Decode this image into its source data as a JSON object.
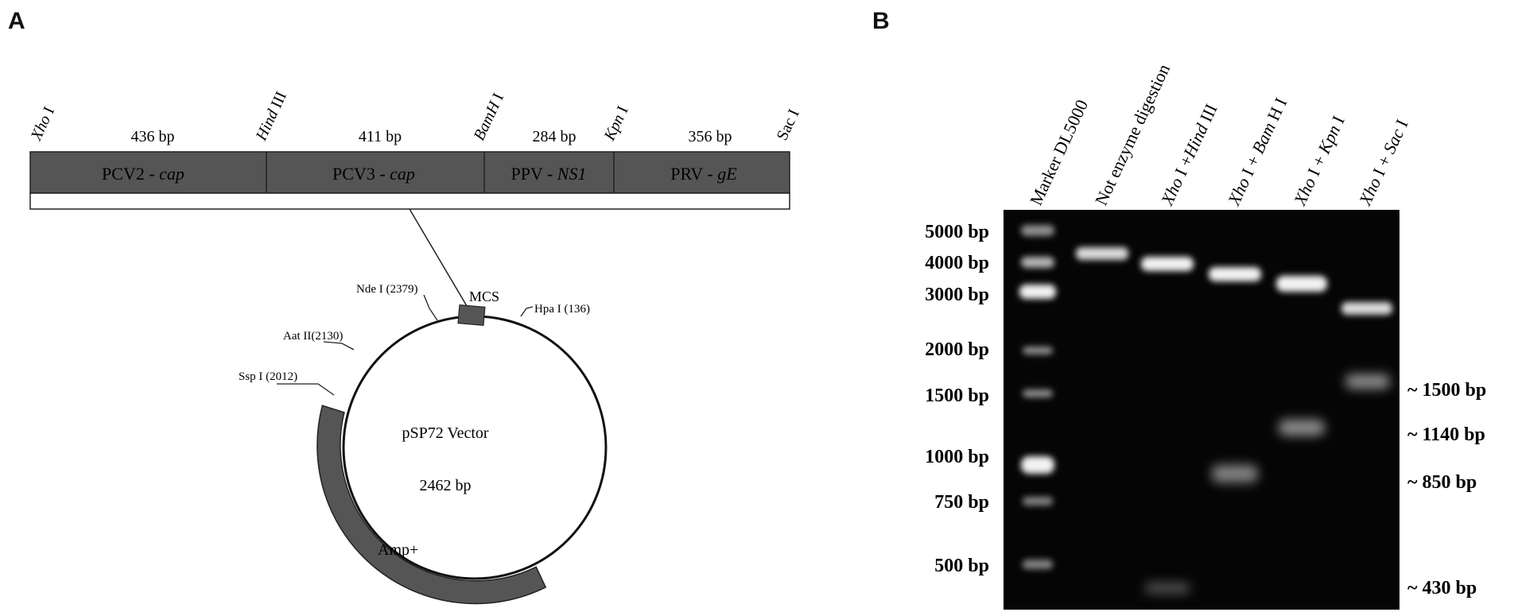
{
  "panel_a": {
    "letter": "A",
    "sites": [
      {
        "label": "Xho I",
        "italic_part": "Xho",
        "roman_part": " I"
      },
      {
        "label": "Hind III",
        "italic_part": "Hind",
        "roman_part": " III"
      },
      {
        "label": "BamH I",
        "italic_part": "BamH",
        "roman_part": " I"
      },
      {
        "label": "Kpn I",
        "italic_part": "Kpn",
        "roman_part": " I"
      },
      {
        "label": "Sac I",
        "italic_part": "Sac",
        "roman_part": " I"
      }
    ],
    "segments": [
      {
        "size": "436 bp",
        "name": "PCV2 - ",
        "gene": "cap"
      },
      {
        "size": "411 bp",
        "name": "PCV3 - ",
        "gene": "cap"
      },
      {
        "size": "284 bp",
        "name": "PPV - ",
        "gene": "NS1"
      },
      {
        "size": "356 bp",
        "name": "PRV - ",
        "gene": "gE"
      }
    ],
    "vector": {
      "name": "pSP72 Vector",
      "size": "2462 bp",
      "mcs": "MCS",
      "resistance": "Amp+",
      "sites": {
        "nde": "Nde I (2379)",
        "hpa": "Hpa I (136)",
        "aat": "Aat II(2130)",
        "ssp": "Ssp I (2012)"
      }
    }
  },
  "panel_b": {
    "letter": "B",
    "lane_labels": [
      {
        "italic": "",
        "roman": "Marker DL5000"
      },
      {
        "italic": "",
        "roman": "Not enzyme digestion"
      },
      {
        "italic": "Xho",
        "roman": " I +",
        "italic2": "Hind",
        "roman2": " III"
      },
      {
        "italic": "Xho",
        "roman": " I + ",
        "italic2": "Bam",
        "roman2": " H I"
      },
      {
        "italic": "Xho",
        "roman": " I + ",
        "italic2": "Kpn",
        "roman2": "  I"
      },
      {
        "italic": "Xho",
        "roman": " I + ",
        "italic2": "Sac",
        "roman2": "  I"
      }
    ],
    "marker_labels": [
      "5000 bp",
      "4000 bp",
      "3000 bp",
      "2000 bp",
      "1500 bp",
      "1000 bp",
      "750 bp",
      "500 bp"
    ],
    "fragment_labels": [
      "~ 1500 bp",
      "~ 1140 bp",
      "~ 850 bp",
      "~ 430 bp"
    ]
  }
}
